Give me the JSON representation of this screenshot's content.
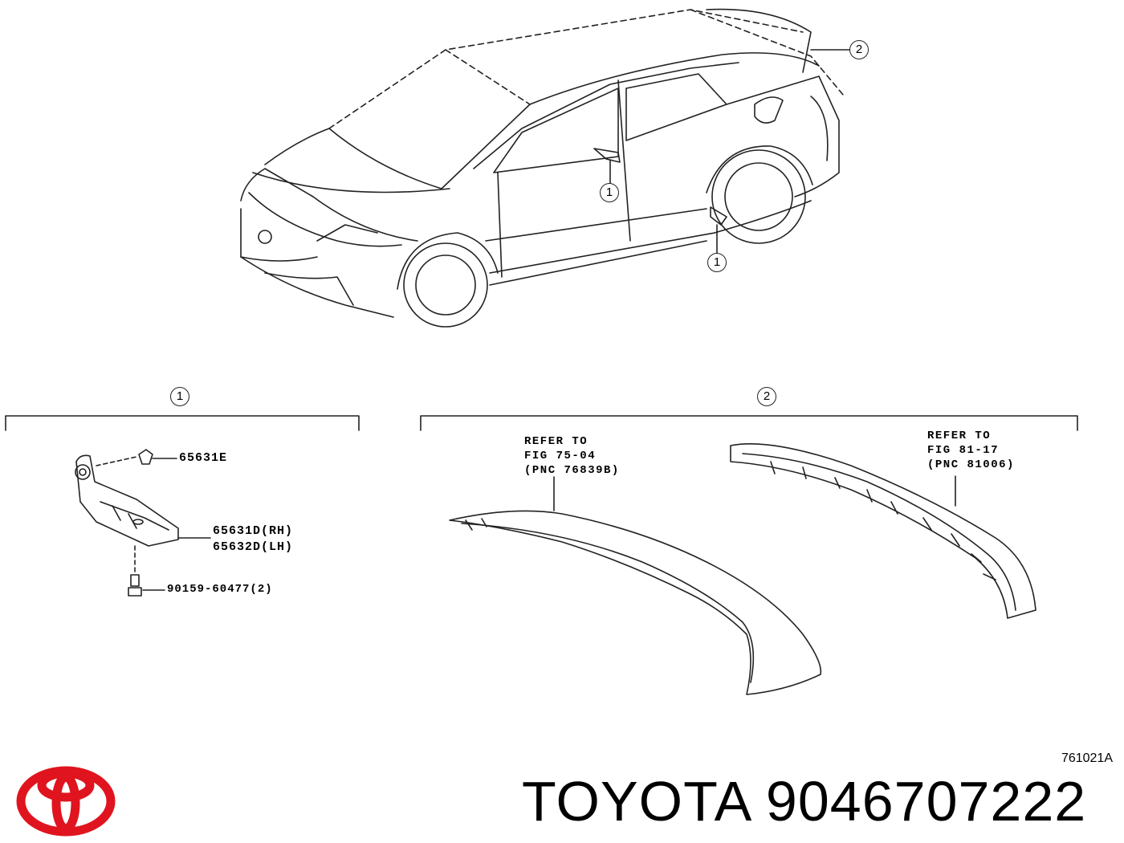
{
  "callouts": {
    "one": "1",
    "two": "2"
  },
  "group1": {
    "parts": [
      {
        "number": "65631E"
      },
      {
        "number": "65631D(RH)"
      },
      {
        "number": "65632D(LH)"
      },
      {
        "number": "90159-60477(2)"
      }
    ]
  },
  "group2": {
    "refer_left": [
      "REFER TO",
      "FIG 75-04",
      "(PNC 76839B)"
    ],
    "refer_right": [
      "REFER TO",
      "FIG 81-17",
      "(PNC 81006)"
    ]
  },
  "diagram_id": "761021A",
  "brand_caption": "TOYOTA 9046707222",
  "colors": {
    "logo_red": "#e0141e",
    "line": "#222222"
  }
}
